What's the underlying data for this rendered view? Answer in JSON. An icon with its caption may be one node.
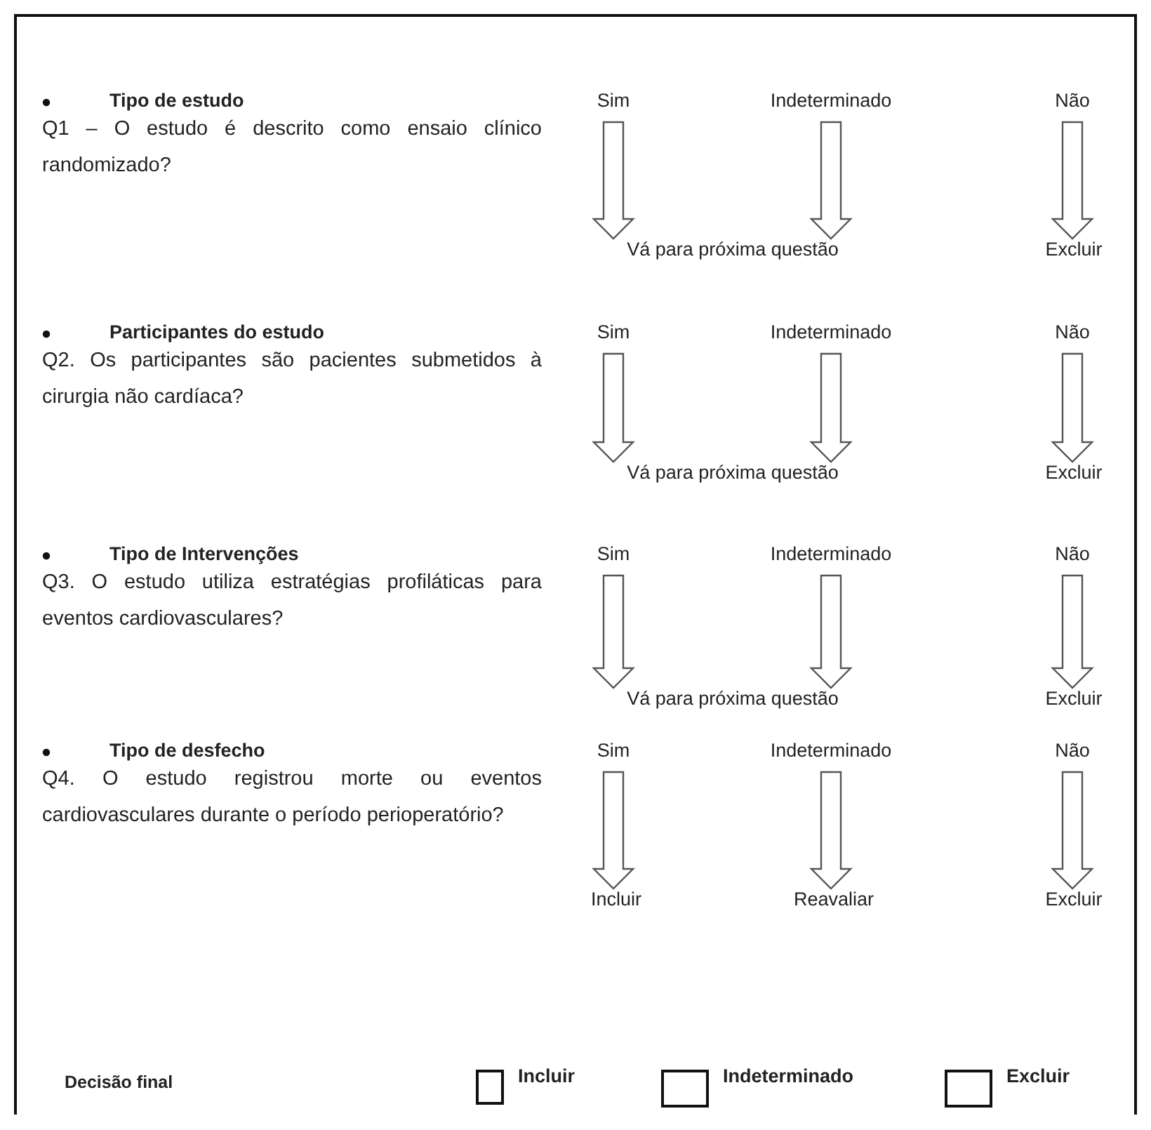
{
  "diagram": {
    "nodes": [
      {
        "text": [
          "Sim"
        ]
      },
      {
        "text": [
          "Indeterminado"
        ]
      },
      {
        "text": [
          "Não"
        ]
      },
      {
        "text": [
          "Vá para próxima questão"
        ]
      },
      {
        "text": [
          "Excluir"
        ]
      },
      {
        "text": [
          "Sim"
        ]
      },
      {
        "text": [
          "Indeterminado"
        ]
      },
      {
        "text": [
          "Não"
        ]
      },
      {
        "text": [
          "Vá para próxima questão"
        ]
      },
      {
        "text": [
          "Excluir"
        ]
      },
      {
        "text": [
          "Sim"
        ]
      },
      {
        "text": [
          "Indeterminado"
        ]
      },
      {
        "text": [
          "Não"
        ]
      },
      {
        "text": [
          "Vá para próxima questão"
        ]
      },
      {
        "text": [
          "Excluir"
        ]
      },
      {
        "text": [
          "Sim"
        ]
      },
      {
        "text": [
          "Indeterminado"
        ]
      },
      {
        "text": [
          "Não"
        ]
      },
      {
        "text": [
          "Incluir"
        ]
      },
      {
        "text": [
          "Reavaliar"
        ]
      },
      {
        "text": [
          "Excluir"
        ]
      },
      {
        "text": [],
        "shape": "box",
        "beside": [
          "Incluir"
        ]
      },
      {
        "text": [],
        "shape": "box",
        "beside": [
          "Indeterminado"
        ]
      },
      {
        "text": [],
        "shape": "box",
        "beside": [
          "Excluir"
        ]
      }
    ],
    "edges": [
      {
        "from": 0,
        "to": 3,
        "arrow": "to"
      },
      {
        "from": 1,
        "to": 3,
        "arrow": "to"
      },
      {
        "from": 2,
        "to": 4,
        "arrow": "to"
      },
      {
        "from": 5,
        "to": 8,
        "arrow": "to"
      },
      {
        "from": 6,
        "to": 8,
        "arrow": "to"
      },
      {
        "from": 7,
        "to": 9,
        "arrow": "to"
      },
      {
        "from": 10,
        "to": 13,
        "arrow": "to"
      },
      {
        "from": 11,
        "to": 13,
        "arrow": "to"
      },
      {
        "from": 12,
        "to": 14,
        "arrow": "to"
      },
      {
        "from": 15,
        "to": 18,
        "arrow": "to"
      },
      {
        "from": 16,
        "to": 19,
        "arrow": "to"
      },
      {
        "from": 17,
        "to": 20,
        "arrow": "to"
      }
    ],
    "labels": [
      "Tipo de estudo",
      "Q1 – O estudo é descrito como ensaio clínico randomizado?",
      "Participantes do estudo",
      "Q2. Os participantes são pacientes submetidos à cirurgia não cardíaca?",
      "Tipo de Intervenções",
      "Q3. O estudo utiliza estratégias profiláticas para eventos cardiovasculares?",
      "Tipo de desfecho",
      "Q4. O estudo registrou morte ou eventos cardiovasculares durante o período perioperatório?",
      "Decisão final"
    ]
  }
}
